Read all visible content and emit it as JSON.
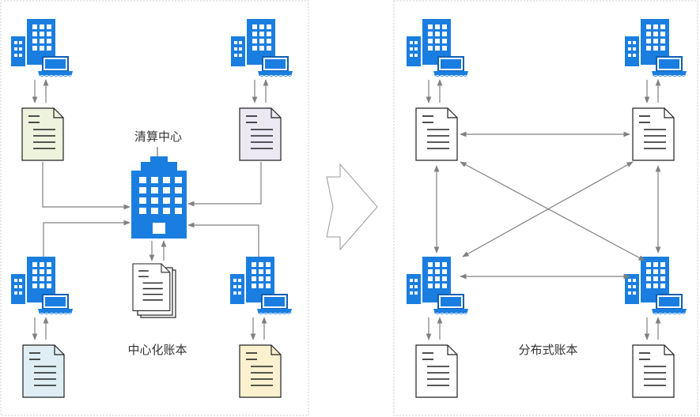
{
  "left_panel": {
    "hub_label": "清算中心",
    "caption": "中心化账本",
    "document_colors": {
      "top_left": "#eef3de",
      "top_right": "#ece9f3",
      "bottom_left": "#dfeef4",
      "bottom_right": "#fbf1cf"
    }
  },
  "right_panel": {
    "caption": "分布式账本"
  },
  "colors": {
    "icon_blue": "#1a7ee0",
    "icon_dark": "#0f5fb5",
    "arrow": "#808080",
    "panel_border": "#cccccc"
  }
}
